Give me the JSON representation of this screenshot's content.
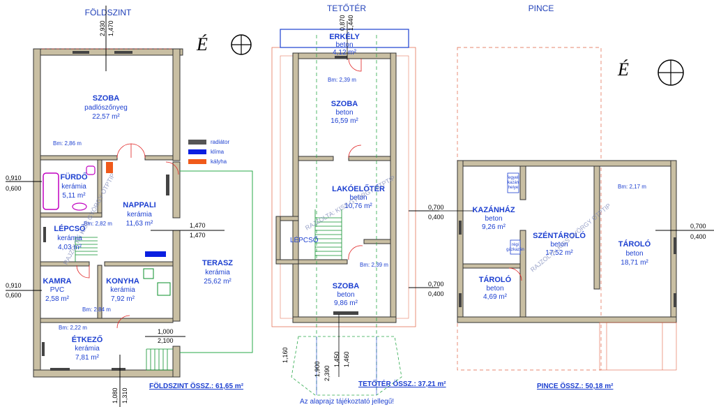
{
  "floors": {
    "ground_title": "FÖLDSZINT",
    "attic_title": "TETŐTÉR",
    "basement_title": "PINCE"
  },
  "north_label": "É",
  "legend": {
    "radiator": "radiátor",
    "klima": "klíma",
    "kalyha": "kályha",
    "colors": {
      "radiator": "#555555",
      "klima": "#0a1fe0",
      "kalyha": "#f05a1a"
    }
  },
  "ground": {
    "szoba": {
      "name": "SZOBA",
      "floor": "padlószőnyeg",
      "area": "22,57 m²"
    },
    "furdo": {
      "name": "FÜRDŐ",
      "floor": "kerámia",
      "area": "5,11 m²"
    },
    "nappali": {
      "name": "NAPPALI",
      "floor": "kerámia",
      "area": "11,63 m²"
    },
    "lepcso": {
      "name": "LÉPCSŐ",
      "floor": "kerámia",
      "area": "4,03 m²"
    },
    "kamra": {
      "name": "KAMRA",
      "floor": "PVC",
      "area": "2,58 m²"
    },
    "konyha": {
      "name": "KONYHA",
      "floor": "kerámia",
      "area": "7,92 m²"
    },
    "etkezo": {
      "name": "ÉTKEZŐ",
      "floor": "kerámia",
      "area": "7,81 m²"
    },
    "terasz": {
      "name": "TERASZ",
      "floor": "kerámia",
      "area": "25,62 m²"
    },
    "bm_szoba": "Bm: 2,86 m",
    "bm_nappali": "Bm: 2,82 m",
    "bm_konyha": "Bm: 2,84 m",
    "bm_etkezo": "Bm: 2,22 m",
    "sum": "FÖLDSZINT ÖSSZ.: 61,65 m²",
    "dims": {
      "d2930": "2,930",
      "d1470top": "1,470",
      "d0910a": "0,910",
      "d0600a": "0,600",
      "d0910b": "0,910",
      "d0600b": "0,600",
      "d1470a": "1,470",
      "d1470b": "1,470",
      "d1000": "1,000",
      "d2100": "2,100",
      "d1080": "1,080",
      "d1310": "1,310"
    }
  },
  "attic": {
    "erkely": {
      "name": "ERKÉLY",
      "floor": "beton",
      "area": "4,12 m²"
    },
    "szoba1": {
      "name": "SZOBA",
      "floor": "beton",
      "area": "16,59 m²"
    },
    "lakoelter": {
      "name": "LAKÓELŐTÉR",
      "floor": "beton",
      "area": "10,76 m²"
    },
    "lepcso": {
      "name": "LÉPCSŐ"
    },
    "szoba2": {
      "name": "SZOBA",
      "floor": "beton",
      "area": "9,86 m²"
    },
    "bm1": "Bm: 2,39 m",
    "bm2": "Bm: 2,39 m",
    "sum": "TETŐTÉR ÖSSZ.: 37,21 m²",
    "note": "Az alaprajz tájékoztató jellegű!",
    "dims": {
      "d0870": "0,870",
      "d1440": "1,440",
      "d1160": "1,160",
      "d1900": "1,900",
      "d2390": "2,390",
      "d1450": "1,450",
      "d1460": "1,460"
    }
  },
  "basement": {
    "kazanhaz": {
      "name": "KAZÁNHÁZ",
      "floor": "beton",
      "area": "9,26 m²"
    },
    "szentarolo": {
      "name": "SZÉNTÁROLÓ",
      "floor": "beton",
      "area": "17,52 m²"
    },
    "tarolo1": {
      "name": "TÁROLÓ",
      "floor": "beton",
      "area": "18,71 m²"
    },
    "tarolo2": {
      "name": "TÁROLÓ",
      "floor": "beton",
      "area": "4,69 m²"
    },
    "bm": "Bm: 2,17 m",
    "box1": [
      "fegyeli",
      "kazán",
      "helye"
    ],
    "box2": [
      "régi",
      "gázkazán"
    ],
    "sum": "PINCE ÖSSZ.: 50,18 m²",
    "dims": {
      "d0700a": "0,700",
      "d0400a": "0,400",
      "d0700b": "0,700",
      "d0400b": "0,400",
      "d0700c": "0,700",
      "d0400c": "0,400"
    }
  },
  "watermark": "RAJZOLTA: KISS GYÖRGY OTPTIP"
}
